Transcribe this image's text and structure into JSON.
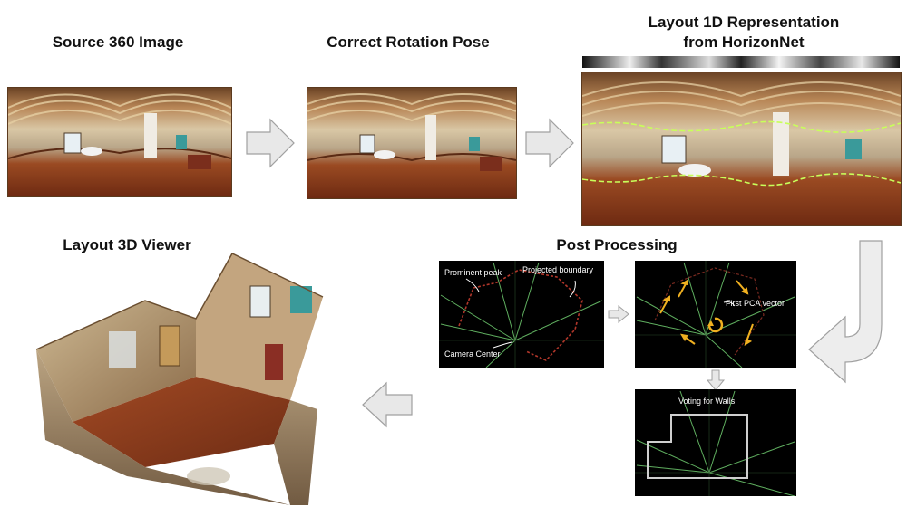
{
  "titles": {
    "source": "Source 360 Image",
    "rotation": "Correct Rotation Pose",
    "layout1d_line1": "Layout 1D Representation",
    "layout1d_line2": "from HorizonNet",
    "viewer3d": "Layout 3D Viewer",
    "post": "Post Processing"
  },
  "annotations": {
    "prominent_peak": "Prominent peak",
    "projected_boundary": "Projected boundary",
    "camera_center": "Camera Center",
    "first_pca": "First PCA vector",
    "voting": "Voting for Walls"
  },
  "colors": {
    "ceiling": "#a8764a",
    "floor": "#8a3d1e",
    "wall": "#c9b79b",
    "boundary_line": "#c8ff5a",
    "ray_green": "#5fae5f",
    "boundary_red": "#b0362a",
    "pca_arrow": "#f0b020",
    "wall_outline": "#cfcfcf",
    "arrow_gray": "#d8d8d8"
  }
}
